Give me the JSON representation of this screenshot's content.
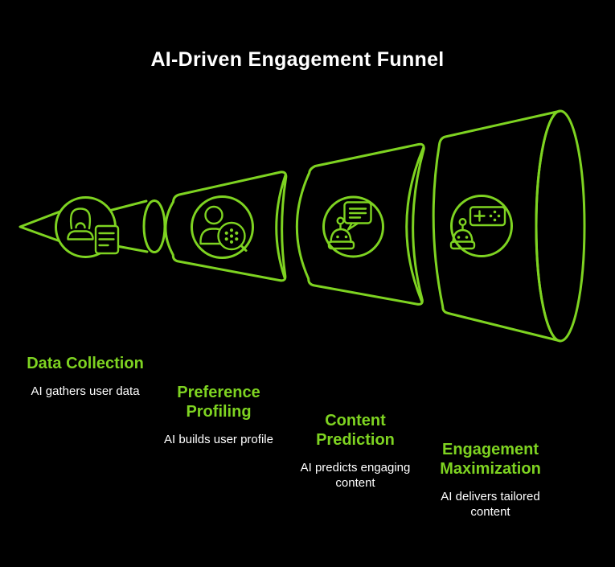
{
  "title": "AI-Driven Engagement Funnel",
  "colors": {
    "background": "#000000",
    "accent": "#7ED321",
    "text": "#ffffff"
  },
  "funnel": {
    "stages": [
      {
        "name": "Data Collection",
        "description": "AI gathers user data",
        "icon": "user-document-icon"
      },
      {
        "name": "Preference Profiling",
        "description": "AI builds user profile",
        "icon": "user-profile-search-icon"
      },
      {
        "name": "Content Prediction",
        "description": "AI predicts engaging content",
        "icon": "robot-chat-icon"
      },
      {
        "name": "Engagement Maximization",
        "description": "AI delivers tailored content",
        "icon": "robot-gamepad-icon"
      }
    ]
  }
}
